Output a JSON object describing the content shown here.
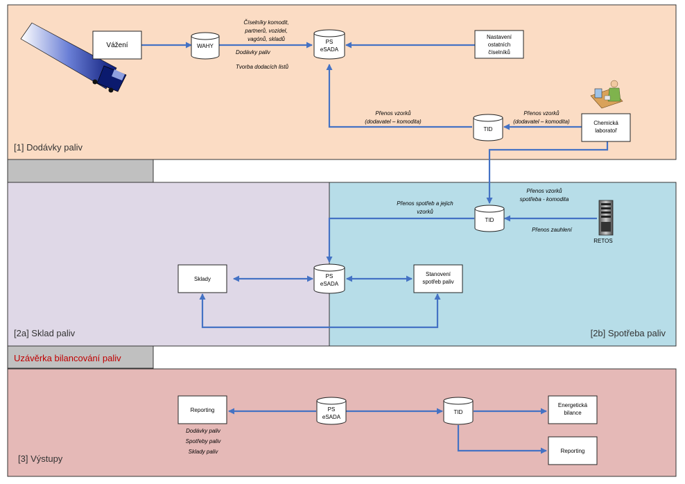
{
  "sections": {
    "supplies": "[1] Dodávky paliv",
    "storage": "[2a] Sklad paliv",
    "consumption": "[2b] Spotřeba paliv",
    "closing": "Uzávěrka bilancování paliv",
    "outputs": "[3] Výstupy"
  },
  "boxes": {
    "weighing": "Vážení",
    "settings": [
      "Nastavení",
      "ostatních",
      "číselníků"
    ],
    "lab": [
      "Chemická",
      "laboratoř"
    ],
    "warehouses": "Sklady",
    "consumption_calc": [
      "Stanovení",
      "spotřeb paliv"
    ],
    "reporting_left": "Reporting",
    "energy_balance": [
      "Energetická",
      "bilance"
    ],
    "reporting_right": "Reporting"
  },
  "cylinders": {
    "wahy": "WAHY",
    "esada_top": [
      "PS",
      "eSADA"
    ],
    "tid_top": "TID",
    "tid_mid": "TID",
    "esada_mid": [
      "PS",
      "eSADA"
    ],
    "esada_bottom": [
      "PS",
      "eSADA"
    ],
    "tid_bottom": "TID"
  },
  "server_label": "RETOS",
  "annotations": {
    "codebooks": [
      "Číselníky komodit,",
      "partnerů, vozidel,",
      "vagónů, skladů"
    ],
    "supplies_flow": "Dodávky paliv",
    "delivery_notes": "Tvorba dodacích listů",
    "sample_transfer_left": [
      "Přenos vzorků",
      "(dodavatel – komodita)"
    ],
    "sample_transfer_right": [
      "Přenos vzorků",
      "(dodavatel – komodita)"
    ],
    "sample_consumption": [
      "Přenos vzorků",
      "spotřeba - komodita"
    ],
    "consumption_transfer": [
      "Přenos spotřeb a jejich",
      "vzorků"
    ],
    "coaling_transfer": "Přenos zauhlení",
    "report_items": [
      "Dodávky paliv",
      "Spotřeby paliv",
      "Sklady paliv"
    ]
  },
  "colors": {
    "supplies_bg": "#fbdcc4",
    "storage_bg": "#dfd8e7",
    "consumption_bg": "#b7dde8",
    "outputs_bg": "#e5b9b7",
    "tab_bg": "#c0c0c0",
    "closing_text": "#c00000",
    "arrow": "#4472c4"
  }
}
